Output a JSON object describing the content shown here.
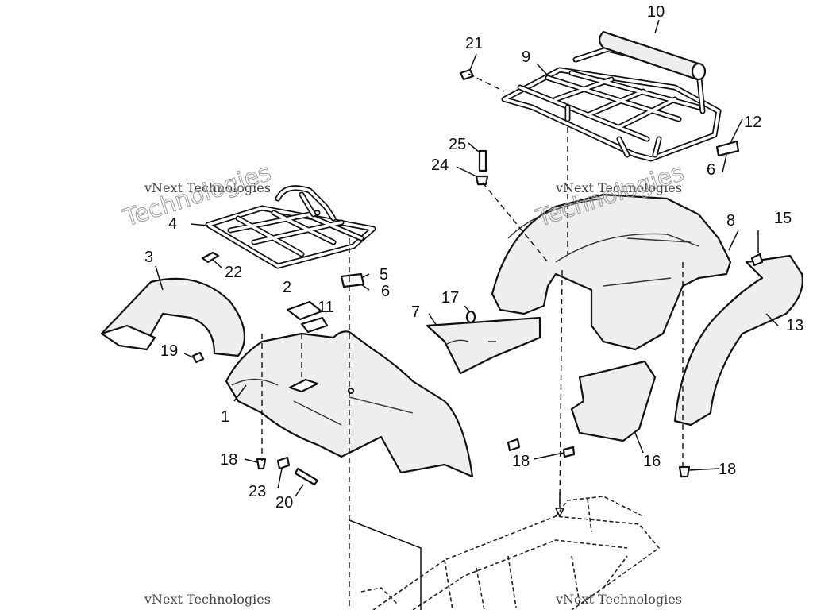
{
  "diagram": {
    "callouts": {
      "c1": "1",
      "c2": "2",
      "c3": "3",
      "c4": "4",
      "c5": "5",
      "c6a": "6",
      "c6b": "6",
      "c7": "7",
      "c8": "8",
      "c9": "9",
      "c10": "10",
      "c11": "11",
      "c12": "12",
      "c13": "13",
      "c15": "15",
      "c16": "16",
      "c17": "17",
      "c18a": "18",
      "c18b": "18",
      "c18c": "18",
      "c19": "19",
      "c20": "20",
      "c21": "21",
      "c22": "22",
      "c23": "23",
      "c24": "24",
      "c25": "25"
    },
    "watermark": {
      "line1": "vNext Technologies",
      "line2": "Technologies"
    }
  }
}
